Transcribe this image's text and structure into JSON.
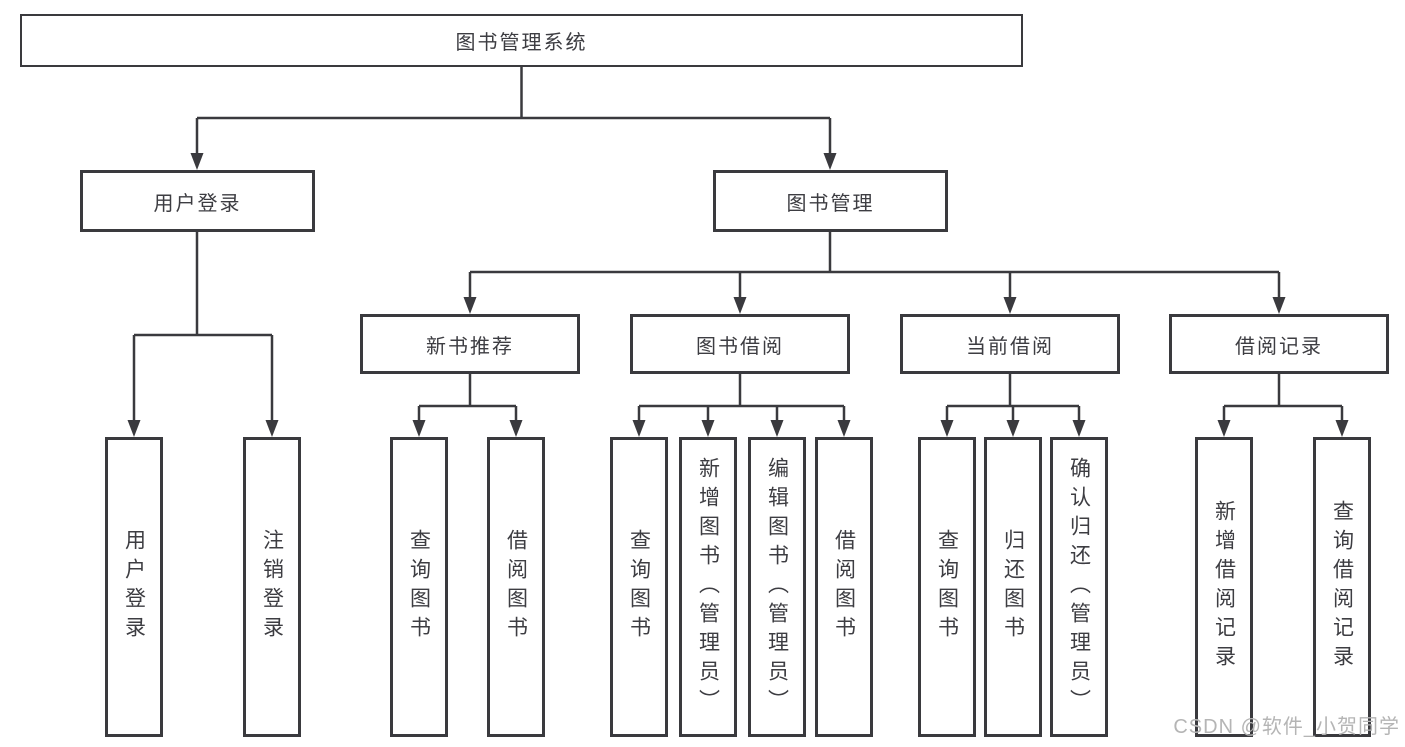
{
  "diagram": {
    "nodes": {
      "root": "图书管理系统",
      "user_login_group": "用户登录",
      "book_mgmt": "图书管理",
      "new_books": "新书推荐",
      "book_borrow": "图书借阅",
      "current_borrow": "当前借阅",
      "borrow_records": "借阅记录",
      "leaf_user_login": "用户登录",
      "leaf_logout": "注销登录",
      "nb_query_books": "查询图书",
      "nb_borrow_books": "借阅图书",
      "bb_query_books": "查询图书",
      "bb_add_books": "新增图书（管理员）",
      "bb_edit_books": "编辑图书（管理员）",
      "bb_borrow_books": "借阅图书",
      "cb_query_books": "查询图书",
      "cb_return_books": "归还图书",
      "cb_confirm_return": "确认归还（管理员）",
      "br_add_record": "新增借阅记录",
      "br_query_record": "查询借阅记录"
    }
  },
  "watermark": {
    "text": "CSDN @软件_小贺同学"
  },
  "colors": {
    "line": "#3a3a3e",
    "box_border": "#3a3a3e",
    "text": "#3d3d42",
    "watermark": "#b5b5b5",
    "background": "#ffffff"
  }
}
